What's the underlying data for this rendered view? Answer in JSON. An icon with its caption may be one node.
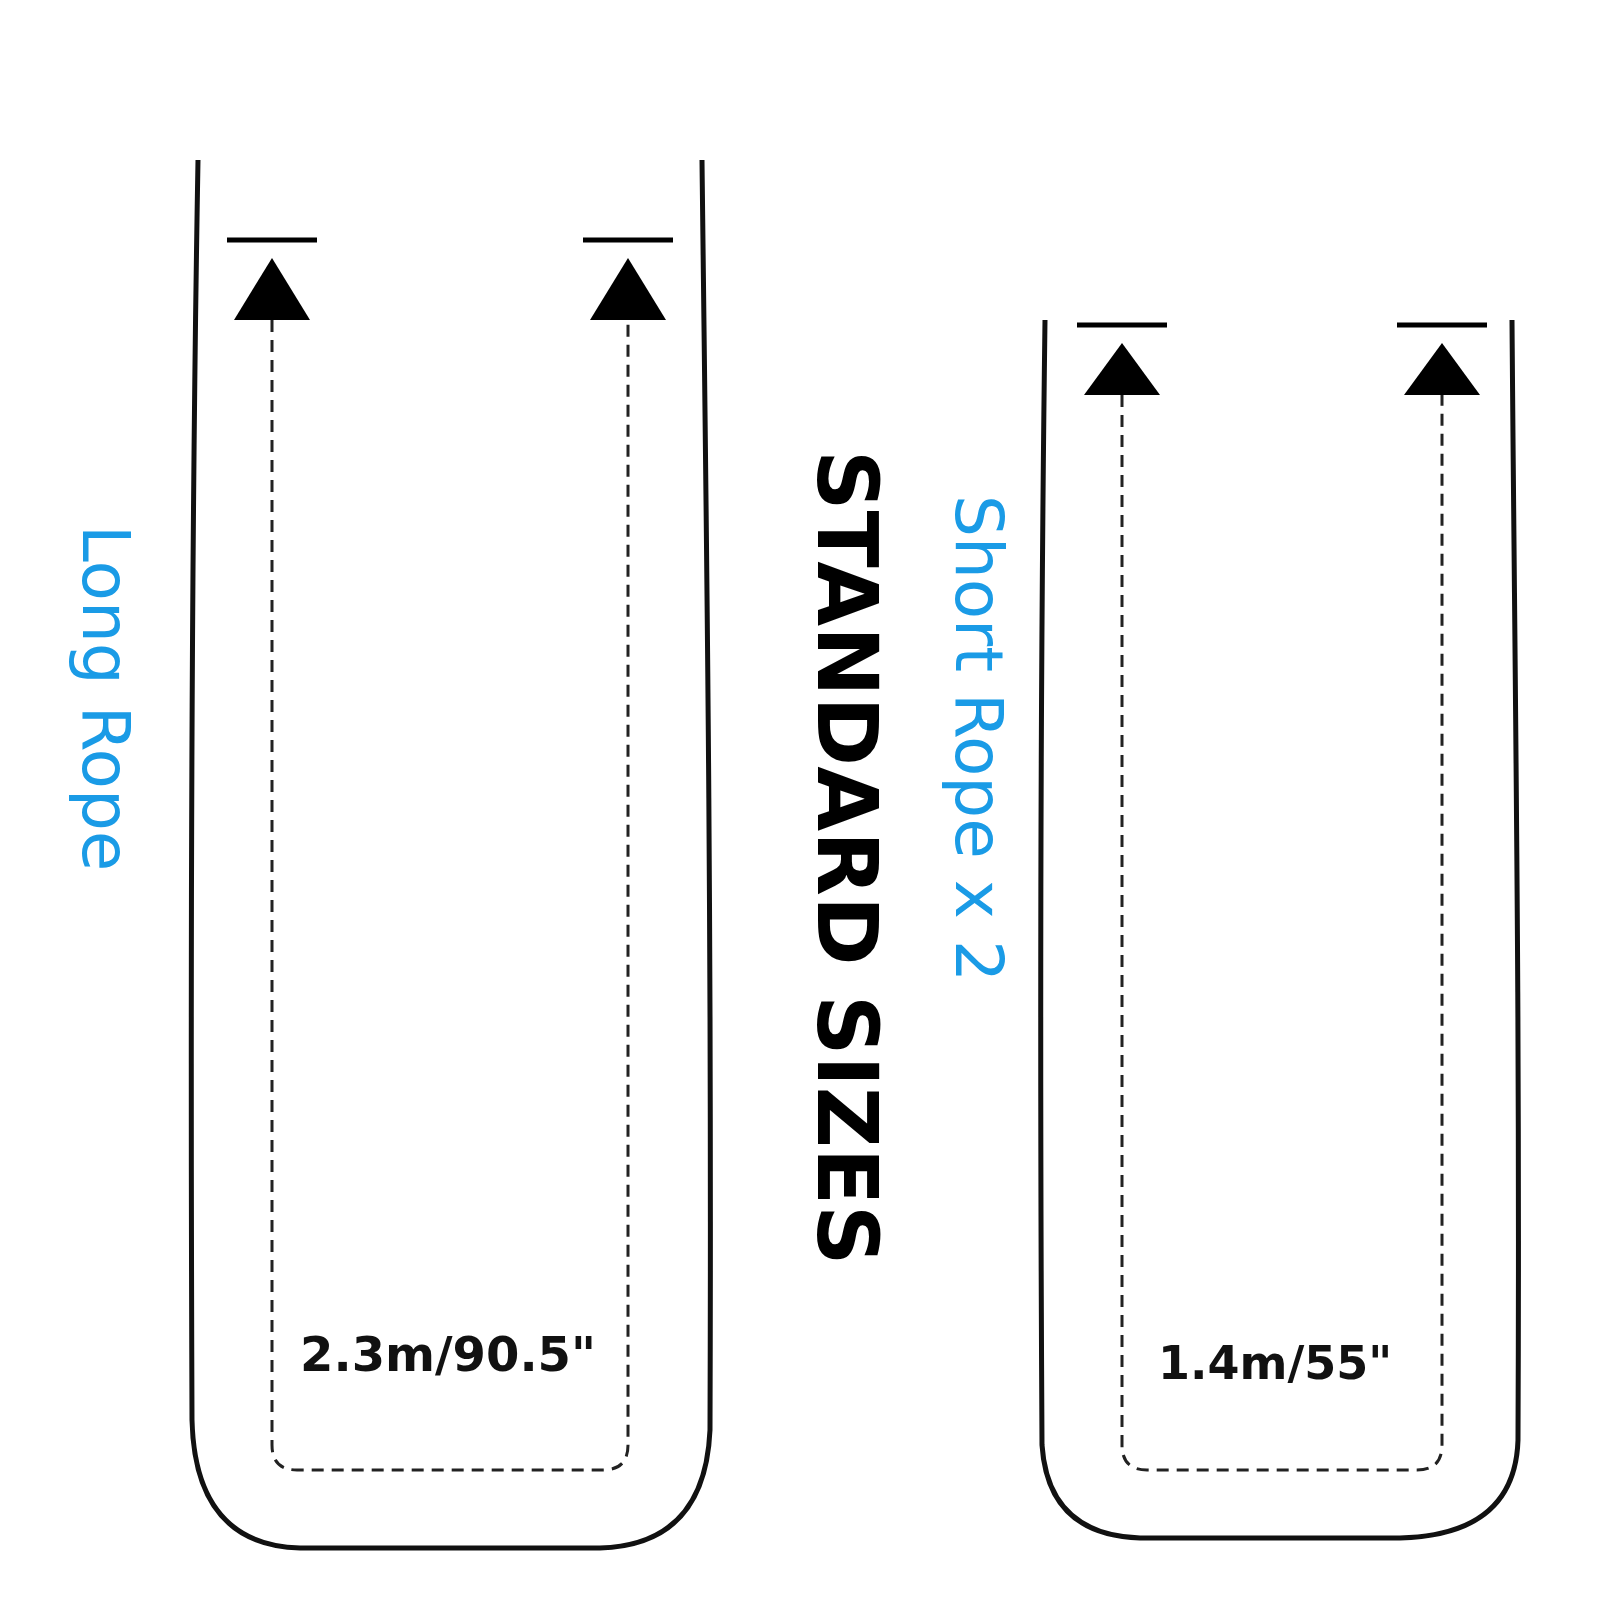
{
  "diagram": {
    "title": "STANDARD SIZES",
    "labels": [
      "Long Rope",
      "2.3m/90.5\"",
      "Short Rope x 2",
      "1.4m/55\""
    ]
  }
}
